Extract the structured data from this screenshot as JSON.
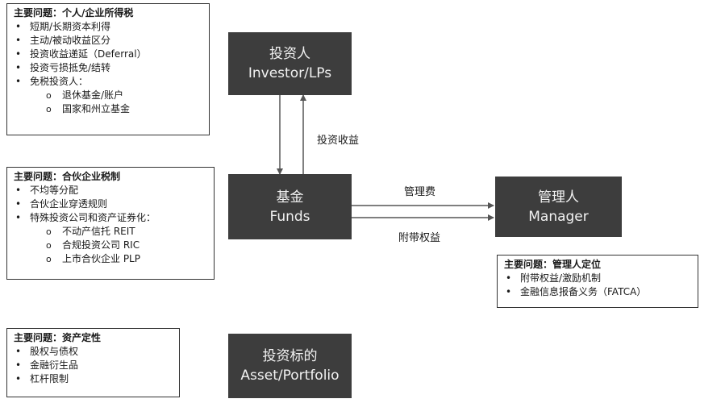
{
  "nodes": {
    "investor": {
      "cn": "投资人",
      "en": "Investor/LPs"
    },
    "funds": {
      "cn": "基金",
      "en": "Funds"
    },
    "manager": {
      "cn": "管理人",
      "en": "Manager"
    },
    "asset": {
      "cn": "投资标的",
      "en": "Asset/Portfolio"
    }
  },
  "edges": {
    "investment_return": "投资收益",
    "management_fee": "管理费",
    "carried_interest": "附带权益"
  },
  "notes": {
    "investor_tax": {
      "heading": "主要问题：个人/企业所得税",
      "items": [
        "短期/长期资本利得",
        "主动/被动收益区分",
        "投资收益递延（Deferral）",
        "投资亏损抵免/结转",
        "免税投资人："
      ],
      "subitems": [
        "退休基金/账户",
        "国家和州立基金"
      ]
    },
    "partnership_tax": {
      "heading": "主要问题：合伙企业税制",
      "items": [
        "不均等分配",
        "合伙企业穿透规则",
        "特殊投资公司和资产证券化："
      ],
      "subitems": [
        "不动产信托 REIT",
        "合规投资公司 RIC",
        "上市合伙企业 PLP"
      ]
    },
    "manager_status": {
      "heading": "主要问题：管理人定位",
      "items": [
        "附带权益/激励机制",
        "金融信息报备义务（FATCA）"
      ]
    },
    "asset_nature": {
      "heading": "主要问题：资产定性",
      "items": [
        "股权与债权",
        "金融衍生品",
        "杠杆限制"
      ]
    }
  }
}
